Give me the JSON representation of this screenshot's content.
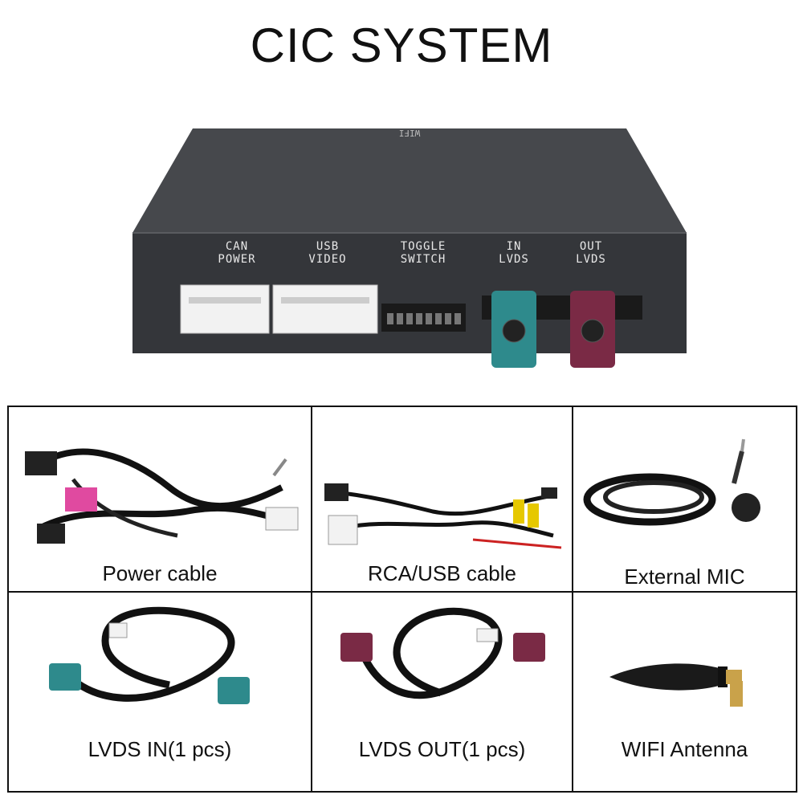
{
  "title": "CIC SYSTEM",
  "device": {
    "top_label": "WIFI",
    "ports": [
      {
        "line1": "CAN",
        "line2": "POWER"
      },
      {
        "line1": "USB",
        "line2": "VIDEO"
      },
      {
        "line1": "TOGGLE",
        "line2": "SWITCH"
      },
      {
        "line1": "IN",
        "line2": "LVDS"
      },
      {
        "line1": "OUT",
        "line2": "LVDS"
      }
    ],
    "colors": {
      "body": "#3b3d40",
      "top": "#4a4c50",
      "lvds_in": "#2e8a8c",
      "lvds_out": "#7a2a45"
    }
  },
  "items": [
    {
      "caption": "Power cable"
    },
    {
      "caption": "RCA/USB cable"
    },
    {
      "caption": "External MIC"
    },
    {
      "caption": "LVDS IN(1 pcs)"
    },
    {
      "caption": "LVDS OUT(1 pcs)"
    },
    {
      "caption": "WIFI Antenna"
    }
  ]
}
